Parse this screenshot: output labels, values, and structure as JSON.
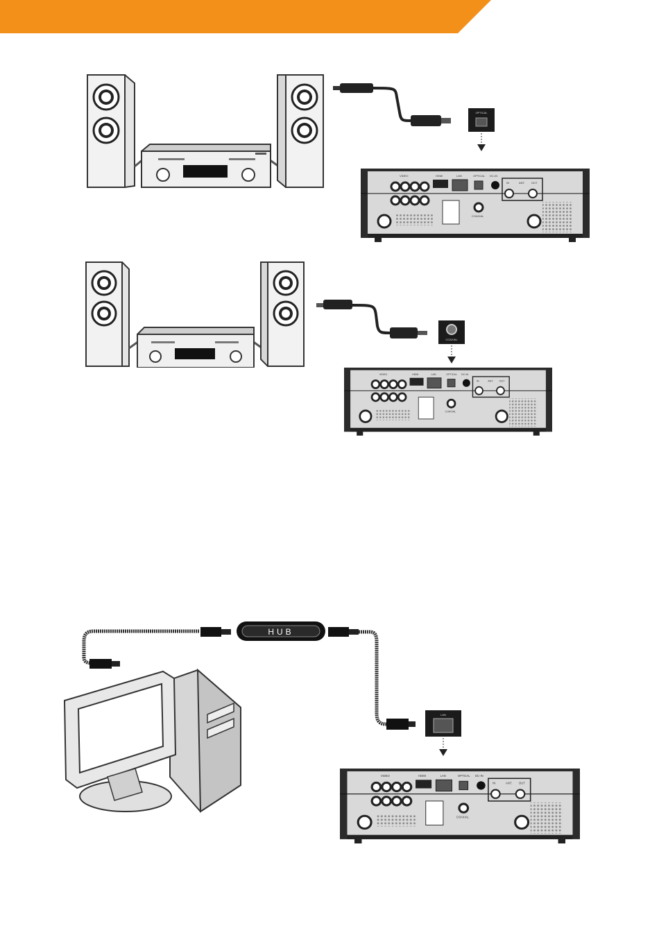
{
  "colors": {
    "accent": "#F39019",
    "device_dark": "#2b2b2b",
    "panel": "#d9d9d9"
  },
  "header": {
    "band": "orange-header-band"
  },
  "diagram1": {
    "port_label": "OPTICAL",
    "device": {
      "av": "VIDEO",
      "hdmi": "HDMI",
      "lan": "LAN",
      "optical": "OPTICAL",
      "dc": "DC-IN",
      "in": "IN",
      "ant": "ANT.",
      "out": "OUT",
      "coaxial": "COAXIAL"
    }
  },
  "diagram2": {
    "port_label": "COAXIAL",
    "device": {
      "av": "VIDEO",
      "hdmi": "HDMI",
      "lan": "LAN",
      "optical": "OPTICAL",
      "dc": "DC-IN",
      "in": "IN",
      "ant": "ANT.",
      "out": "OUT",
      "coaxial": "COAXIAL"
    }
  },
  "diagram3": {
    "hub_label": "HUB",
    "port_label": "LAN",
    "device": {
      "av": "VIDEO",
      "hdmi": "HDMI",
      "lan": "LAN",
      "optical": "OPTICAL",
      "dc": "DC-IN",
      "in": "IN",
      "ant": "ANT.",
      "out": "OUT",
      "coaxial": "COAXIAL"
    }
  }
}
